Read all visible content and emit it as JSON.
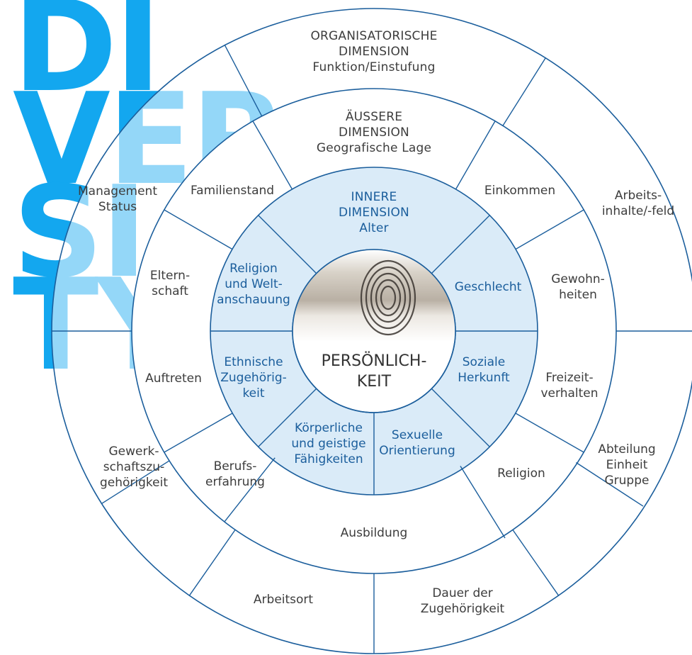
{
  "background_word": [
    "DI",
    "VER",
    "SI",
    "TY"
  ],
  "colors": {
    "line": "#1b5e9c",
    "inner_fill": "#daebf8",
    "background_text": "#13a7ef",
    "inner_text": "#1b5e9c",
    "outer_text": "#3d3d3d"
  },
  "center": {
    "lines": [
      "PERSÖNLICH-",
      "KEIT"
    ],
    "image": "fingerprint-over-crowd"
  },
  "inner_ring": {
    "top": [
      "INNERE",
      "DIMENSION",
      "Alter"
    ],
    "right_upper": [
      "Geschlecht"
    ],
    "right_lower": [
      "Soziale",
      "Herkunft"
    ],
    "bottom_right": [
      "Sexuelle",
      "Orientierung"
    ],
    "bottom_left": [
      "Körperliche",
      "und geistige",
      "Fähigkeiten"
    ],
    "left_lower": [
      "Ethnische",
      "Zugehörig-",
      "keit"
    ],
    "left_upper": [
      "Religion",
      "und Welt-",
      "anschauung"
    ]
  },
  "middle_ring": {
    "top": [
      "ÄUSSERE",
      "DIMENSION",
      "Geografische Lage"
    ],
    "upper_right": [
      "Einkommen"
    ],
    "right_upper": [
      "Gewohn-",
      "heiten"
    ],
    "right_lower": [
      "Freizeit-",
      "verhalten"
    ],
    "lower_right": [
      "Religion"
    ],
    "bottom": [
      "Ausbildung"
    ],
    "lower_left": [
      "Berufs-",
      "erfahrung"
    ],
    "left_lower": [
      "Auftreten"
    ],
    "left_upper": [
      "Eltern-",
      "schaft"
    ],
    "upper_left": [
      "Familienstand"
    ]
  },
  "outer_ring": {
    "top": [
      "ORGANISATORISCHE",
      "DIMENSION",
      "Funktion/Einstufung"
    ],
    "right_upper": [
      "Arbeits-",
      "inhalte/-feld"
    ],
    "right_lower": [
      "Abteilung",
      "Einheit",
      "Gruppe"
    ],
    "bottom_right": [
      "Dauer der",
      "Zugehörigkeit"
    ],
    "bottom_left": [
      "Arbeitsort"
    ],
    "left_lower": [
      "Gewerk-",
      "schaftszu-",
      "gehörigkeit"
    ],
    "left_upper": [
      "Management",
      "Status"
    ]
  }
}
